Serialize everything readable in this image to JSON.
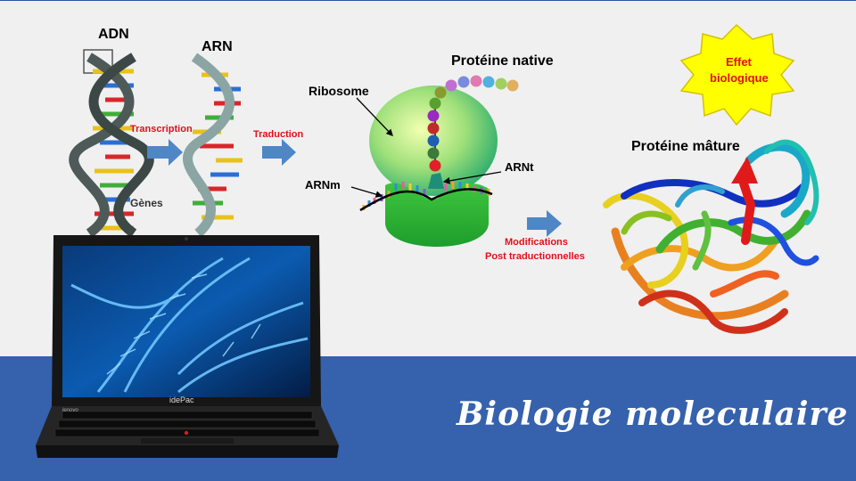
{
  "labels": {
    "adn": "ADN",
    "arn": "ARN",
    "genes": "Gènes",
    "transcription": "Transcription",
    "traduction": "Traduction",
    "ribosome": "Ribosome",
    "proteine_native": "Protéine native",
    "arnm": "ARNm",
    "arnt": "ARNt",
    "effet_line1": "Effet",
    "effet_line2": "biologique",
    "modifications_line1": "Modifications",
    "modifications_line2": "Post traductionnelles",
    "proteine_mature": "Protéine mâture"
  },
  "laptop": {
    "brand": "idePac",
    "keyboard_brand": "lenovo"
  },
  "course_title": "Biologie moleculaire",
  "colors": {
    "bottom_band": "#3561ad",
    "arrow": "#4f86c6",
    "accent_red": "#e0101a",
    "star": "#ffff00",
    "ribosome_small": "#c8ee8a",
    "ribosome_large": "#2fb83a"
  }
}
